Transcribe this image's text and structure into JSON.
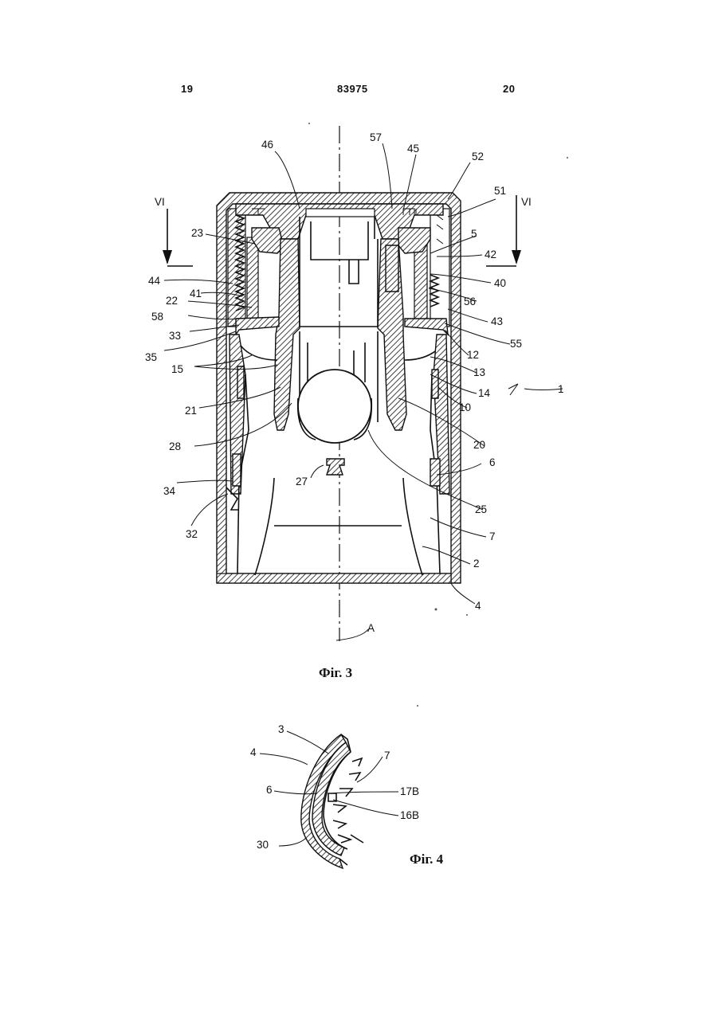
{
  "header": {
    "page_left": "19",
    "patent_number": "83975",
    "page_right": "20"
  },
  "figure3": {
    "caption": "Фіг. 3",
    "section_marker": "VI",
    "axis_label": "A",
    "labels": [
      "1",
      "2",
      "4",
      "5",
      "6",
      "7",
      "10",
      "12",
      "13",
      "14",
      "15",
      "20",
      "21",
      "22",
      "23",
      "25",
      "27",
      "28",
      "32",
      "33",
      "34",
      "35",
      "40",
      "41",
      "42",
      "43",
      "44",
      "45",
      "46",
      "51",
      "52",
      "55",
      "56",
      "57",
      "58"
    ]
  },
  "figure4": {
    "caption": "Фіг. 4",
    "labels": [
      "3",
      "4",
      "6",
      "7",
      "30",
      "17B",
      "16B"
    ]
  }
}
